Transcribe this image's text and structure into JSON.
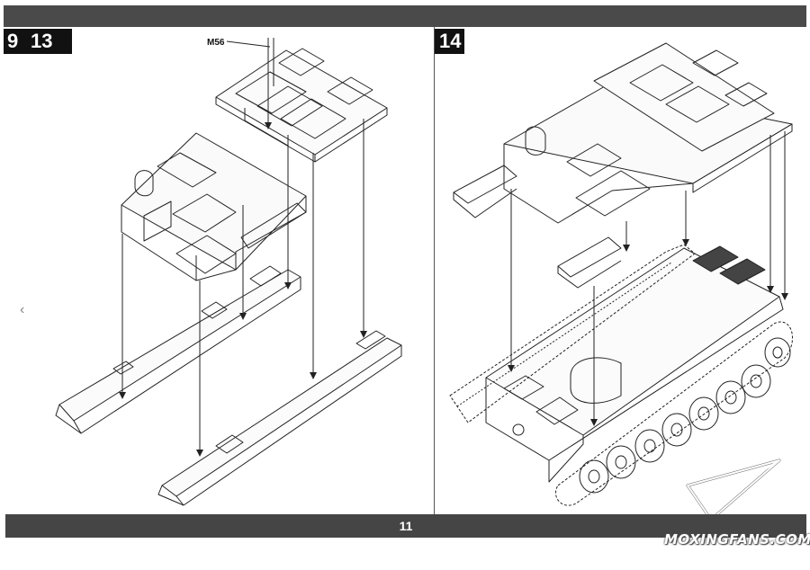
{
  "steps": {
    "prev_fragment": "9",
    "left": "13",
    "right": "14"
  },
  "parts": {
    "m56": "M56"
  },
  "footer": {
    "page_number": "11"
  },
  "watermark": {
    "text": "MOXINGFANS.COM"
  },
  "colors": {
    "bar": "#4a4a4a",
    "badge": "#111111",
    "line": "#222222",
    "paper": "#ffffff"
  },
  "icons": {
    "logo": "paper-plane-icon",
    "side_mark": "chevron-left-icon"
  }
}
